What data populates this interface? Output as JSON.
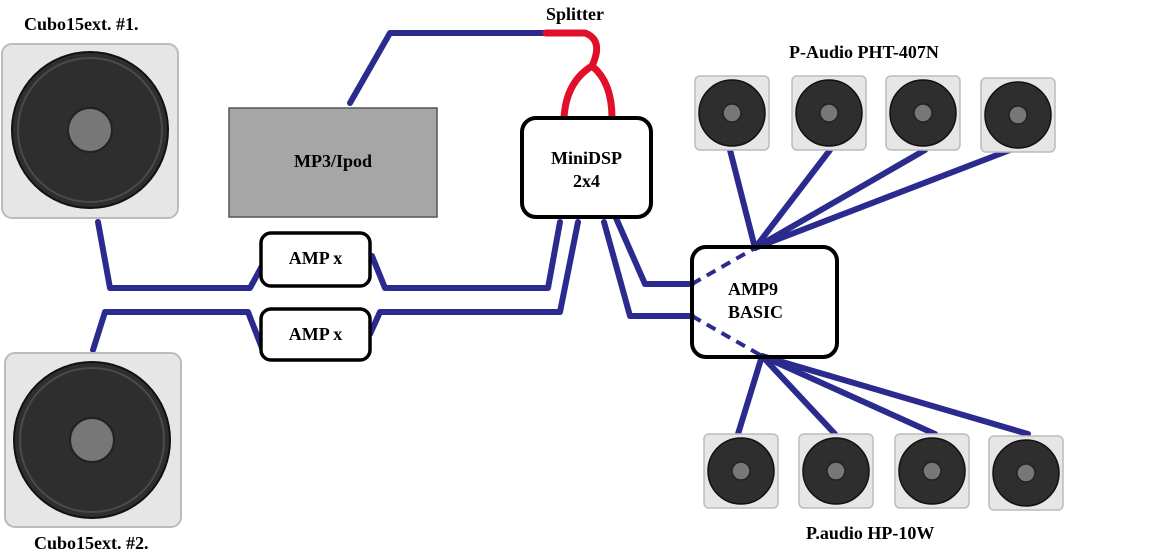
{
  "labels": {
    "cubo1": "Cubo15ext. #1.",
    "cubo2": "Cubo15ext. #2.",
    "splitter": "Splitter",
    "mp3": "MP3/Ipod",
    "minidsp_line1": "MiniDSP",
    "minidsp_line2": "2x4",
    "amp_top": "AMP x",
    "amp_bottom": "AMP x",
    "amp9_line1": "AMP9",
    "amp9_line2": "BASIC",
    "top_speakers": "P-Audio PHT-407N",
    "bottom_speakers": "P.audio HP-10W"
  },
  "colors": {
    "wire": "#2b2b8f",
    "splitter": "#e0102a",
    "mp3_fill": "#a6a6a6",
    "speaker_bg": "#e6e6e6",
    "speaker_cone": "#2e2e2e",
    "speaker_center": "#777777"
  }
}
